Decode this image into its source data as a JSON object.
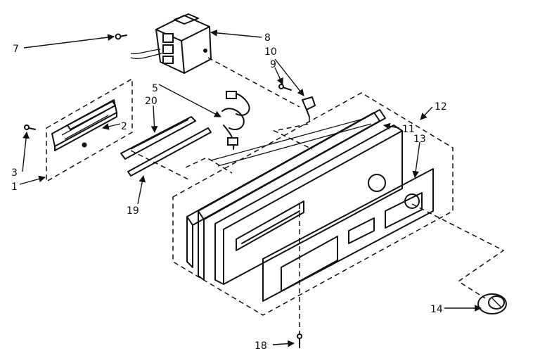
{
  "callouts": {
    "c1": "1",
    "c2": "2",
    "c3": "3",
    "c5": "5",
    "c7": "7",
    "c8": "8",
    "c9": "9",
    "c10": "10",
    "c11": "11",
    "c12": "12",
    "c13": "13",
    "c14": "14",
    "c18": "18",
    "c19": "19",
    "c20": "20"
  }
}
